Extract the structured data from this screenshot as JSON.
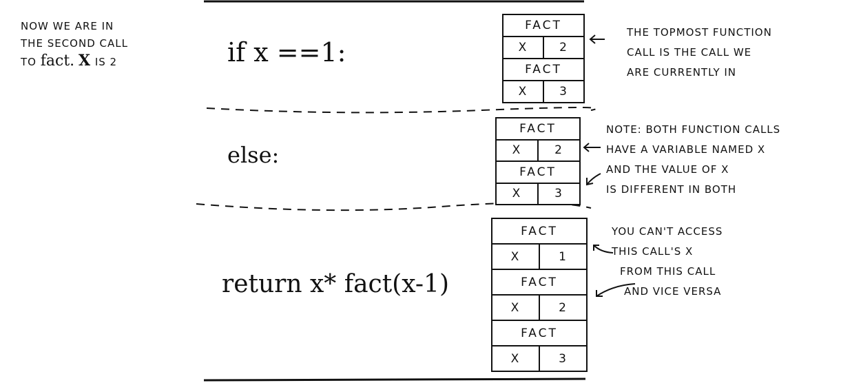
{
  "intro": {
    "line1": "NOW WE ARE IN",
    "line2": "THE SECOND CALL",
    "line3_pre": "TO",
    "line3_fact": "fact.",
    "line3_x": "X",
    "line3_post": "IS 2"
  },
  "code": {
    "if_line": "if x ==1:",
    "else_line": "else:",
    "return_line": "return x* fact(x-1)"
  },
  "stacks": [
    {
      "frames": [
        {
          "label": "FACT",
          "var": "X",
          "value": "2"
        },
        {
          "label": "FACT",
          "var": "X",
          "value": "3"
        }
      ]
    },
    {
      "frames": [
        {
          "label": "FACT",
          "var": "X",
          "value": "2"
        },
        {
          "label": "FACT",
          "var": "X",
          "value": "3"
        }
      ]
    },
    {
      "frames": [
        {
          "label": "FACT",
          "var": "X",
          "value": "1"
        },
        {
          "label": "FACT",
          "var": "X",
          "value": "2"
        },
        {
          "label": "FACT",
          "var": "X",
          "value": "3"
        }
      ]
    }
  ],
  "notes": {
    "note1": [
      "THE TOPMOST FUNCTION",
      "CALL IS THE CALL WE",
      "ARE CURRENTLY IN"
    ],
    "note2": [
      "NOTE: BOTH FUNCTION CALLS",
      "HAVE A VARIABLE NAMED X",
      "AND THE VALUE OF X",
      "IS DIFFERENT IN BOTH"
    ],
    "note3": [
      "YOU CAN'T ACCESS",
      "THIS CALL'S X",
      "FROM THIS CALL",
      "AND VICE VERSA"
    ]
  }
}
